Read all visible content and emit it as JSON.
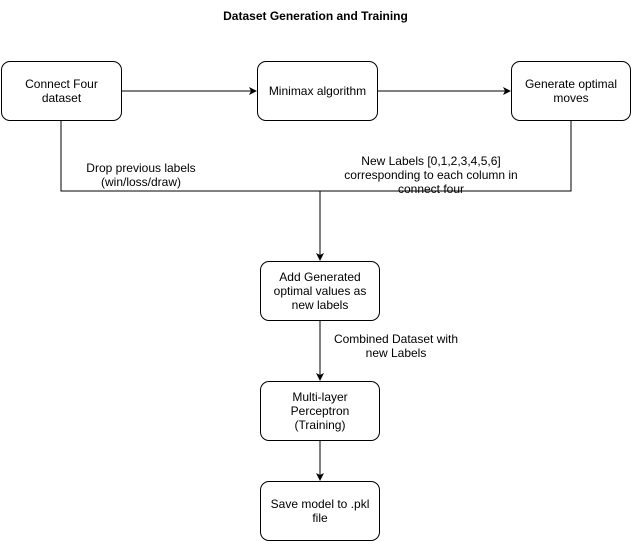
{
  "diagram": {
    "title": "Dataset Generation and Training",
    "nodes": {
      "dataset": "Connect Four dataset",
      "minimax": "Minimax algorithm",
      "optimal_moves": "Generate optimal moves",
      "add_labels": "Add Generated optimal values as new labels",
      "mlp": "Multi-layer Perceptron (Training)",
      "save_model": "Save model to .pkl file"
    },
    "edge_labels": {
      "drop_labels": "Drop previous labels (win/loss/draw)",
      "new_labels": "New Labels [0,1,2,3,4,5,6] corresponding to each column in connect four",
      "combined": "Combined Dataset with new Labels"
    },
    "colors": {
      "stroke": "#000000",
      "fill": "#ffffff"
    }
  }
}
